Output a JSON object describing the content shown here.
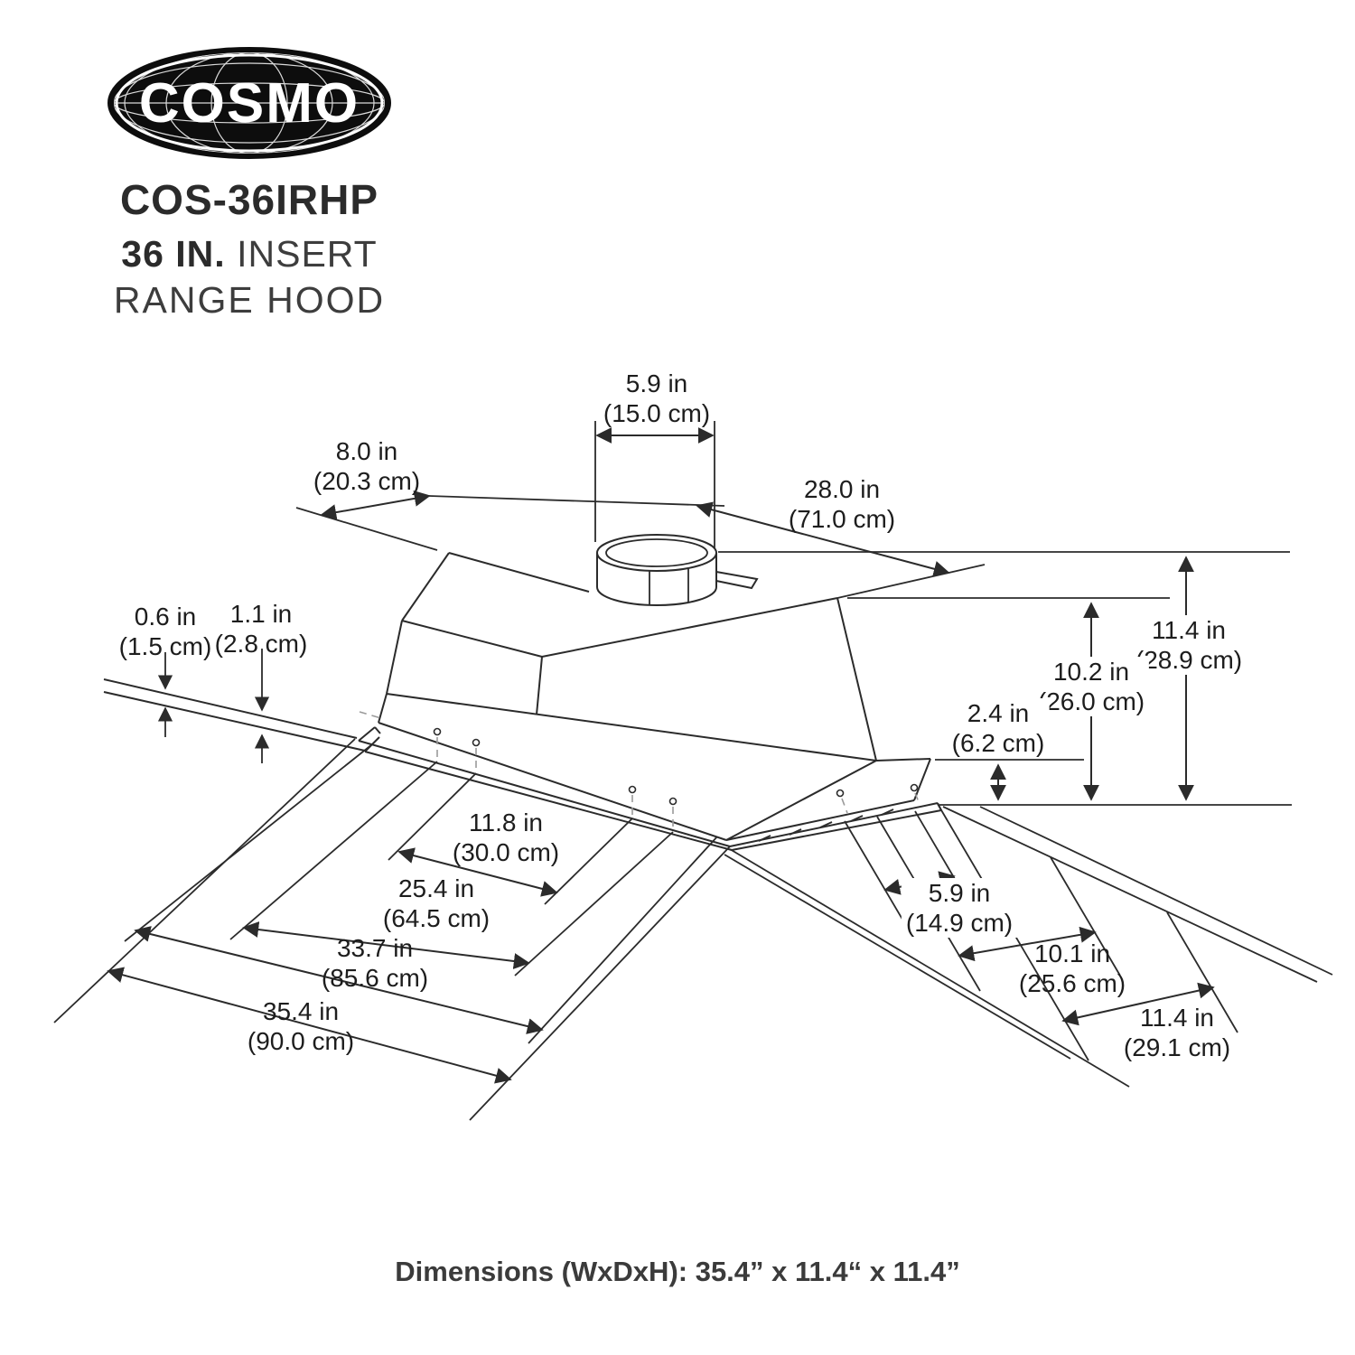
{
  "brand": {
    "logo_text": "COSMO",
    "model": "COS-36IRHP",
    "subtitle_bold": "36 IN.",
    "subtitle_rest": "INSERT",
    "subtitle_line2": "RANGE HOOD"
  },
  "caption": "Dimensions (WxDxH): 35.4” x 11.4“ x 11.4”",
  "dimensions": {
    "duct_width": {
      "value": "5.9 in",
      "metric": "(15.0 cm)"
    },
    "top_depth": {
      "value": "8.0 in",
      "metric": "(20.3 cm)"
    },
    "top_width": {
      "value": "28.0 in",
      "metric": "(71.0 cm)"
    },
    "lip_height": {
      "value": "0.6 in",
      "metric": "(1.5 cm)"
    },
    "flange_height": {
      "value": "1.1 in",
      "metric": "(2.8 cm)"
    },
    "total_height": {
      "value": "11.4 in",
      "metric": "(28.9 cm)"
    },
    "body_height": {
      "value": "10.2 in",
      "metric": "(26.0 cm)"
    },
    "lower_height": {
      "value": "2.4 in",
      "metric": "(6.2 cm)"
    },
    "hole_span_width": {
      "value": "11.8 in",
      "metric": "(30.0 cm)"
    },
    "inner_width": {
      "value": "25.4 in",
      "metric": "(64.5 cm)"
    },
    "body_width": {
      "value": "33.7 in",
      "metric": "(85.6 cm)"
    },
    "flange_width": {
      "value": "35.4 in",
      "metric": "(90.0 cm)"
    },
    "hole_span_depth": {
      "value": "5.9 in",
      "metric": "(14.9 cm)"
    },
    "body_depth": {
      "value": "10.1 in",
      "metric": "(25.6 cm)"
    },
    "flange_depth": {
      "value": "11.4 in",
      "metric": "(29.1 cm)"
    }
  }
}
